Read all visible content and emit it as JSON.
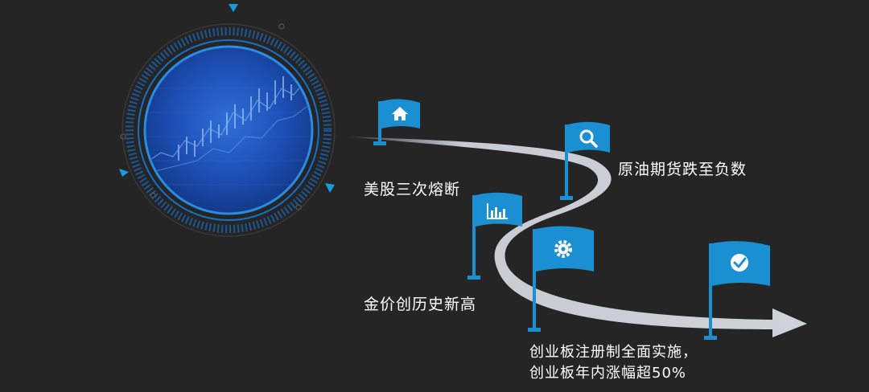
{
  "colors": {
    "background": "#252525",
    "flag_blue": "#1a8fd1",
    "flag_blue_dark": "#1478b4",
    "path_gray": "#c9cbd3",
    "ring_blue": "#2277c8",
    "globe_blue": "#1d4fb5"
  },
  "milestones": [
    {
      "icon": "home-icon",
      "label": "美股三次熔断"
    },
    {
      "icon": "search-icon",
      "label": "原油期货跌至负数"
    },
    {
      "icon": "bar-chart-icon",
      "label": "金价创历史新高"
    },
    {
      "icon": "gear-icon",
      "label_line1": "创业板注册制全面实施，",
      "label_line2": "创业板年内涨幅超50%"
    },
    {
      "icon": "check-circle-icon",
      "label": ""
    }
  ]
}
